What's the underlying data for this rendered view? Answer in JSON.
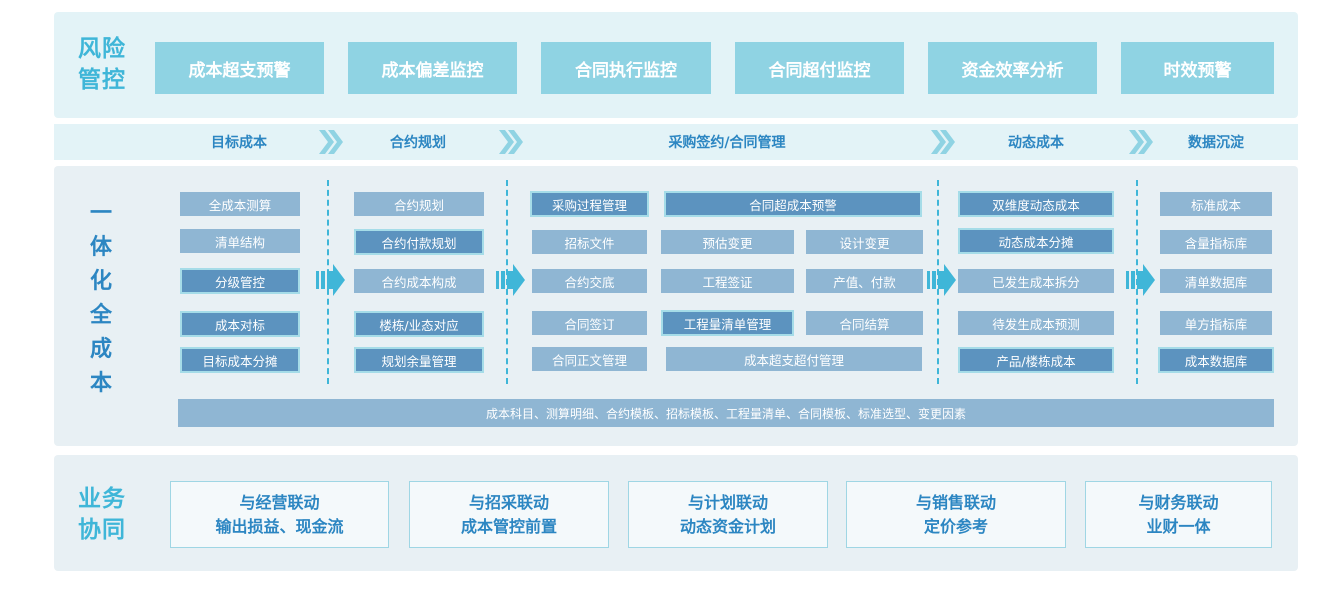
{
  "risk": {
    "title_lines": [
      "风险",
      "管控"
    ],
    "items": [
      "成本超支预警",
      "成本偏差监控",
      "合同执行监控",
      "合同超付监控",
      "资金效率分析",
      "时效预警"
    ]
  },
  "phases": [
    "目标成本",
    "合约规划",
    "采购签约/合同管理",
    "动态成本",
    "数据沉淀"
  ],
  "main": {
    "title_chars": [
      "一",
      "体",
      "化",
      "全",
      "成",
      "本"
    ],
    "col1": [
      "全成本测算",
      "清单结构",
      "分级管控",
      "成本对标",
      "目标成本分摊"
    ],
    "col2": [
      "合约规划",
      "合约付款规划",
      "合约成本构成",
      "楼栋/业态对应",
      "规划余量管理"
    ],
    "col3": {
      "row1": [
        "采购过程管理",
        "合同超成本预警"
      ],
      "row2": [
        "招标文件",
        "预估变更",
        "设计变更"
      ],
      "row3": [
        "合约交底",
        "工程签证",
        "产值、付款"
      ],
      "row4": [
        "合同签订",
        "工程量清单管理",
        "合同结算"
      ],
      "row5": [
        "合同正文管理",
        "成本超支超付管理"
      ]
    },
    "col4": [
      "双维度动态成本",
      "动态成本分摊",
      "已发生成本拆分",
      "待发生成本预测",
      "产品/楼栋成本"
    ],
    "col5": [
      "标准成本",
      "含量指标库",
      "清单数据库",
      "单方指标库",
      "成本数据库"
    ],
    "foundation": "成本科目、测算明细、合约模板、招标模板、工程量清单、合同模板、标准选型、变更因素"
  },
  "biz": {
    "title_lines": [
      "业务",
      "协同"
    ],
    "items": [
      {
        "line1": "与经营联动",
        "line2": "输出损益、现金流"
      },
      {
        "line1": "与招采联动",
        "line2": "成本管控前置"
      },
      {
        "line1": "与计划联动",
        "line2": "动态资金计划"
      },
      {
        "line1": "与销售联动",
        "line2": "定价参考"
      },
      {
        "line1": "与财务联动",
        "line2": "业财一体"
      }
    ]
  },
  "colors": {
    "accent": "#3fb6d8",
    "text_blue": "#2c86c2",
    "box": "#8fb6d3",
    "box_dark": "#5c93bf",
    "risk_btn": "#8fd3e3"
  },
  "icons": [
    "double-chevron-right-icon",
    "right-arrow-icon"
  ]
}
